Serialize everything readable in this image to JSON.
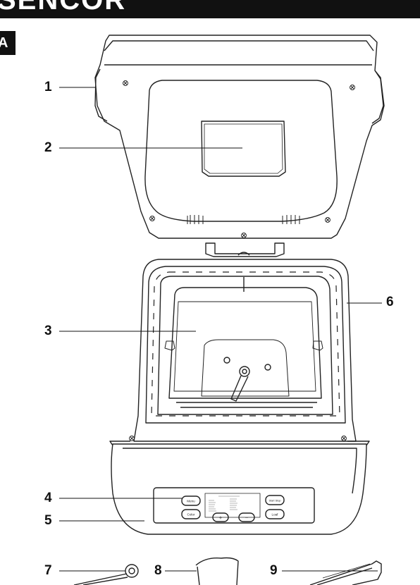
{
  "header": {
    "brand": "SENCOR"
  },
  "section": {
    "letter": "A"
  },
  "callouts": {
    "c1": "1",
    "c2": "2",
    "c3": "3",
    "c4": "4",
    "c5": "5",
    "c6": "6",
    "c7": "7",
    "c8": "8",
    "c9": "9"
  },
  "control_panel": {
    "btn_menu": "Menu",
    "btn_color": "Color",
    "btn_plus": "+",
    "btn_minus": "−",
    "btn_loaf": "Loaf",
    "btn_start_stop": "Start Stop"
  }
}
